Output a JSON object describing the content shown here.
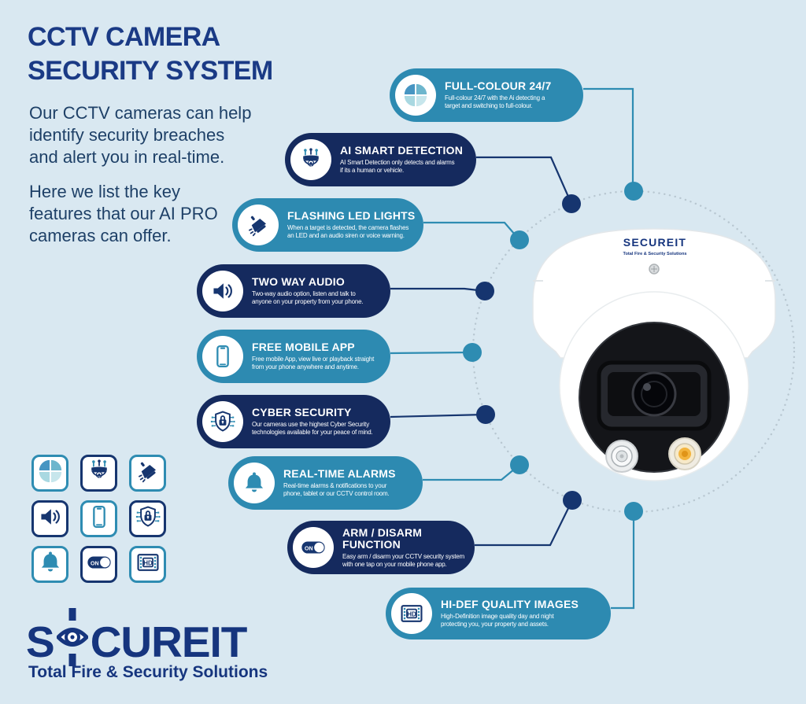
{
  "header": {
    "title_line1": "CCTV CAMERA",
    "title_line2": "SECURITY SYSTEM",
    "intro1": "Our CCTV cameras can help\nidentify security breaches\nand alert you in real-time.",
    "intro2": "Here we list the key\nfeatures that our AI PRO\ncameras can offer."
  },
  "features": [
    {
      "id": "full-colour",
      "title": "FULL-COLOUR 24/7",
      "desc": "Full-colour 24/7 with the Ai detecting a\ntarget and switching to full-colour.",
      "style": "teal",
      "icon": "quad-circle-icon"
    },
    {
      "id": "ai-smart-detection",
      "title": "AI SMART DETECTION",
      "desc": "AI Smart Detection only detects and alarms\nif its a human or vehicle.",
      "style": "navy",
      "icon": "ai-camera-icon"
    },
    {
      "id": "flashing-led-lights",
      "title": "FLASHING LED LIGHTS",
      "desc": "When a target is detected, the camera flashes\nan LED and an audio siren or voice warning.",
      "style": "teal",
      "icon": "floodlight-icon"
    },
    {
      "id": "two-way-audio",
      "title": "TWO WAY AUDIO",
      "desc": "Two-way audio option, listen and talk to\nanyone on your property from your phone.",
      "style": "navy",
      "icon": "speaker-icon"
    },
    {
      "id": "free-mobile-app",
      "title": "FREE MOBILE APP",
      "desc": "Free mobile App, view live or playback straight\nfrom your phone anywhere and anytime.",
      "style": "teal",
      "icon": "smartphone-icon"
    },
    {
      "id": "cyber-security",
      "title": "CYBER SECURITY",
      "desc": "Our cameras use the highest Cyber Security\ntechnologies available for your peace of mind.",
      "style": "navy",
      "icon": "cyber-shield-icon"
    },
    {
      "id": "real-time-alarms",
      "title": "REAL-TIME ALARMS",
      "desc": "Real-time alarms & notifications to your\nphone, tablet or our CCTV control room.",
      "style": "teal",
      "icon": "bell-icon"
    },
    {
      "id": "arm-disarm",
      "title": "ARM / DISARM\nFUNCTION",
      "desc": "Easy arm / disarm your CCTV security system\nwith one tap on your mobile phone app.",
      "style": "navy",
      "icon": "toggle-on-icon"
    },
    {
      "id": "hi-def-images",
      "title": "HI-DEF QUALITY IMAGES",
      "desc": "High-Definition image quality day and night\nprotecting you, your property and assets.",
      "style": "teal",
      "icon": "hd-film-icon"
    }
  ],
  "icon_grid": [
    {
      "icon": "quad-circle-icon",
      "border": "teal"
    },
    {
      "icon": "ai-camera-icon",
      "border": "navy"
    },
    {
      "icon": "floodlight-icon",
      "border": "teal"
    },
    {
      "icon": "speaker-icon",
      "border": "navy"
    },
    {
      "icon": "smartphone-icon",
      "border": "teal"
    },
    {
      "icon": "cyber-shield-icon",
      "border": "navy"
    },
    {
      "icon": "bell-icon",
      "border": "teal"
    },
    {
      "icon": "toggle-on-icon",
      "border": "navy"
    },
    {
      "icon": "hd-film-icon",
      "border": "teal"
    }
  ],
  "labels": {
    "on": "ON",
    "hd": "HD"
  },
  "camera": {
    "brand": "SECUREIT",
    "tagline": "Total Fire & Security Solutions"
  },
  "logo": {
    "name": "SECUREIT",
    "prefix": "S",
    "suffix": "CUREIT",
    "tagline": "Total Fire & Security Solutions"
  },
  "colors": {
    "background": "#d9e8f1",
    "teal": "#2d8ab1",
    "navy": "#152a5e",
    "teal_accent": "#2e8cb2",
    "navy_accent": "#16356f",
    "heading": "#1a3a85",
    "body_text": "#1e4067",
    "logo_navy": "#16357e",
    "dotted_ring": "#b8c7d1",
    "amber": "#f3b43f"
  }
}
